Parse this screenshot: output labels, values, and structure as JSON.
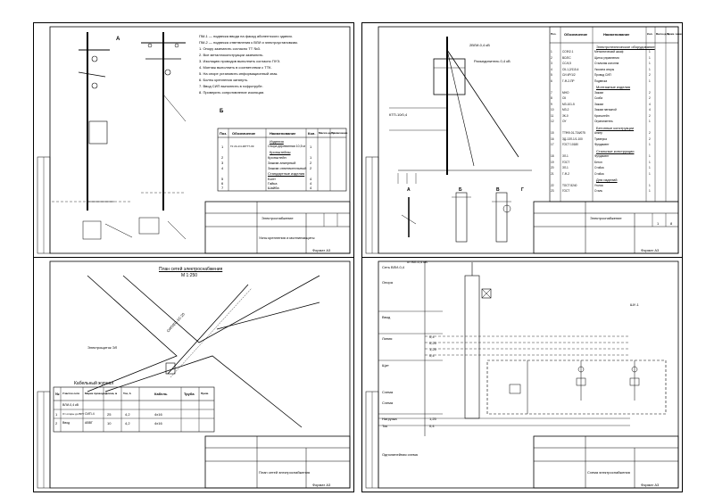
{
  "sheet1": {
    "notes": [
      "ПМ-1 — подвеска ввода на фасад абонентского здания.",
      "ПМ-2 — подвеска ответвления к ВЛИ и электроустановкам.",
      "1. Опору заземлить согласно ТТ №3.",
      "2. Все металлоконструкции заземлить.",
      "3. Изоляцию проводов выполнить согласно ПУЭ.",
      "4. Монтаж выполнить в соответствии с ТТК.",
      "5. На опоре установить информационный знак.",
      "6. Болты крепления затянуть.",
      "7. Ввод СИП выполнить в гофротрубе.",
      "8. Проверить сопротивление изоляции."
    ],
    "table_headers": [
      "Поз.",
      "Обозначение",
      "Наименование",
      "Кол.",
      "Масса ед. кг",
      "Примечание"
    ],
    "table_rows": [
      [
        "",
        "",
        "Изделия",
        "",
        "",
        ""
      ],
      [
        "1",
        "ГК 24-1/4-48777-09",
        "Опора деревянная 10,5 м",
        "1",
        "",
        ""
      ],
      [
        "",
        "",
        "Кронштейны",
        "",
        "",
        ""
      ],
      [
        "2",
        "",
        "Кронштейн",
        "1",
        "",
        ""
      ],
      [
        "3",
        "",
        "Зажим анкерный",
        "2",
        "",
        ""
      ],
      [
        "4",
        "",
        "Зажим ответвительный",
        "2",
        "",
        ""
      ],
      [
        "",
        "",
        "Стандартные изделия",
        "",
        "",
        ""
      ],
      [
        "5",
        "",
        "Болт",
        "4",
        "",
        ""
      ],
      [
        "6",
        "",
        "Гайка",
        "4",
        "",
        ""
      ],
      [
        "7",
        "",
        "Шайба",
        "4",
        "",
        ""
      ]
    ],
    "title_company": "Электроснабжение",
    "title_doc": "Узлы крепления и молниезащиты",
    "format": "Формат А3",
    "label_a": "А",
    "label_b": "Б"
  },
  "sheet2": {
    "labels_top": [
      "2ВЛИ-0,4 кВ",
      "Разъединитель 0,4 кВ",
      "КТП-10/0,4"
    ],
    "labels_bottom": [
      "А",
      "Б",
      "В",
      "Г"
    ],
    "spec_header": [
      "Поз.",
      "Обозначение",
      "Наименование",
      "Кол.",
      "Масса ед. кг",
      "Приме- чание"
    ],
    "sections": [
      "Электротехническое оборудование",
      "Монтажные изделия",
      "Бетонные конструкции",
      "Стальные конструкции",
      "Для изделий"
    ],
    "spec_rows": [
      [
        "1",
        "ССФ/2.1",
        "Металлический шкаф",
        "1"
      ],
      [
        "2",
        "ВС/ЕС",
        "Щиток управления",
        "1"
      ],
      [
        "3",
        "СС/4,5",
        "Стальная колонна",
        "1"
      ],
      [
        "4",
        "СК-1,2/110-4",
        "Укосина опоры",
        "1"
      ],
      [
        "5",
        "СИ 4Р/1/2",
        "Провод СИП",
        "2"
      ],
      [
        "6",
        "Г-Ф-2-ПР",
        "Подвеска",
        "1"
      ],
      [
        "7",
        "МНО",
        "Зажим",
        "2"
      ],
      [
        "8",
        "СК",
        "Скоба",
        "2"
      ],
      [
        "9",
        "МЗ-101-5",
        "Зажим",
        "4"
      ],
      [
        "10",
        "МЗ-2",
        "Зажим натяжной",
        "4"
      ],
      [
        "11",
        "ЗК-0",
        "Кронштейн",
        "2"
      ],
      [
        "12",
        "ОУ",
        "Ограничитель",
        "1"
      ],
      [
        "15",
        "ТТФФ-01-734/075",
        "Анкер",
        "2"
      ],
      [
        "16",
        "ЗД-1ЗЛ-1/1-100",
        "Траверса",
        "2"
      ],
      [
        "17",
        "ГОСТ 10180",
        "Фундамент",
        "1"
      ],
      [
        "18",
        "ЗЛ-1",
        "Фундамент",
        "1"
      ],
      [
        "19",
        "ГОСТ",
        "Бетон",
        "1"
      ],
      [
        "20",
        "ЗЛ-1",
        "Стойка",
        "1"
      ],
      [
        "21",
        "Г-Ф-2",
        "Стойка",
        "1"
      ],
      [
        "22",
        "ТОСТ 8240",
        "Уголок",
        "1"
      ],
      [
        "23",
        "ГОСТ",
        "Сталь",
        "1"
      ]
    ],
    "title_doc": "Электроснабжение",
    "format": "Формат А3",
    "sheet_no": "1",
    "sheets": "8"
  },
  "sheet3": {
    "plan_title": "План сетей электроснабжения",
    "plan_scale": "М 1:250",
    "cable_label": "СИП/ЕС-1С-20",
    "ktp_label": "Электрощиток ЭЛ",
    "journal_title": "Кабельный журнал",
    "journal_headers": [
      "№",
      "Участок сети",
      "Марка провода",
      "Длина, м",
      "Ток, А",
      "Кабель",
      "Труба",
      "Прим."
    ],
    "journal_rows": [
      [
        "",
        "ВЛИ-0,4 кВ",
        "",
        "",
        "",
        "",
        "",
        ""
      ],
      [
        "1",
        "От опоры до ВРУ",
        "СИП-4",
        "25",
        "4,2",
        "4х16",
        "",
        ""
      ],
      [
        "2",
        "Ввод",
        "АВВГ",
        "10",
        "4,2",
        "4х16",
        "",
        ""
      ]
    ],
    "title_doc": "План сетей электроснабжения",
    "format": "Формат А3"
  },
  "sheet4": {
    "left_labels": [
      "Сеть ВЛИ-0,4",
      "Опора",
      "Ввод",
      "Линия",
      "Щит",
      "Схема",
      "Нагрузка",
      "Ток"
    ],
    "top_label": "от ВЛ-0,4 кВ",
    "header_label": "ШУ-1",
    "scheme_label": "Схема",
    "values": [
      "0,4",
      "0,25",
      "1,25",
      "0,4",
      "1,25",
      "0,4"
    ],
    "bottom_note": "Однолинейная схема",
    "title_doc": "Схема электроснабжения",
    "format": "Формат А3"
  }
}
